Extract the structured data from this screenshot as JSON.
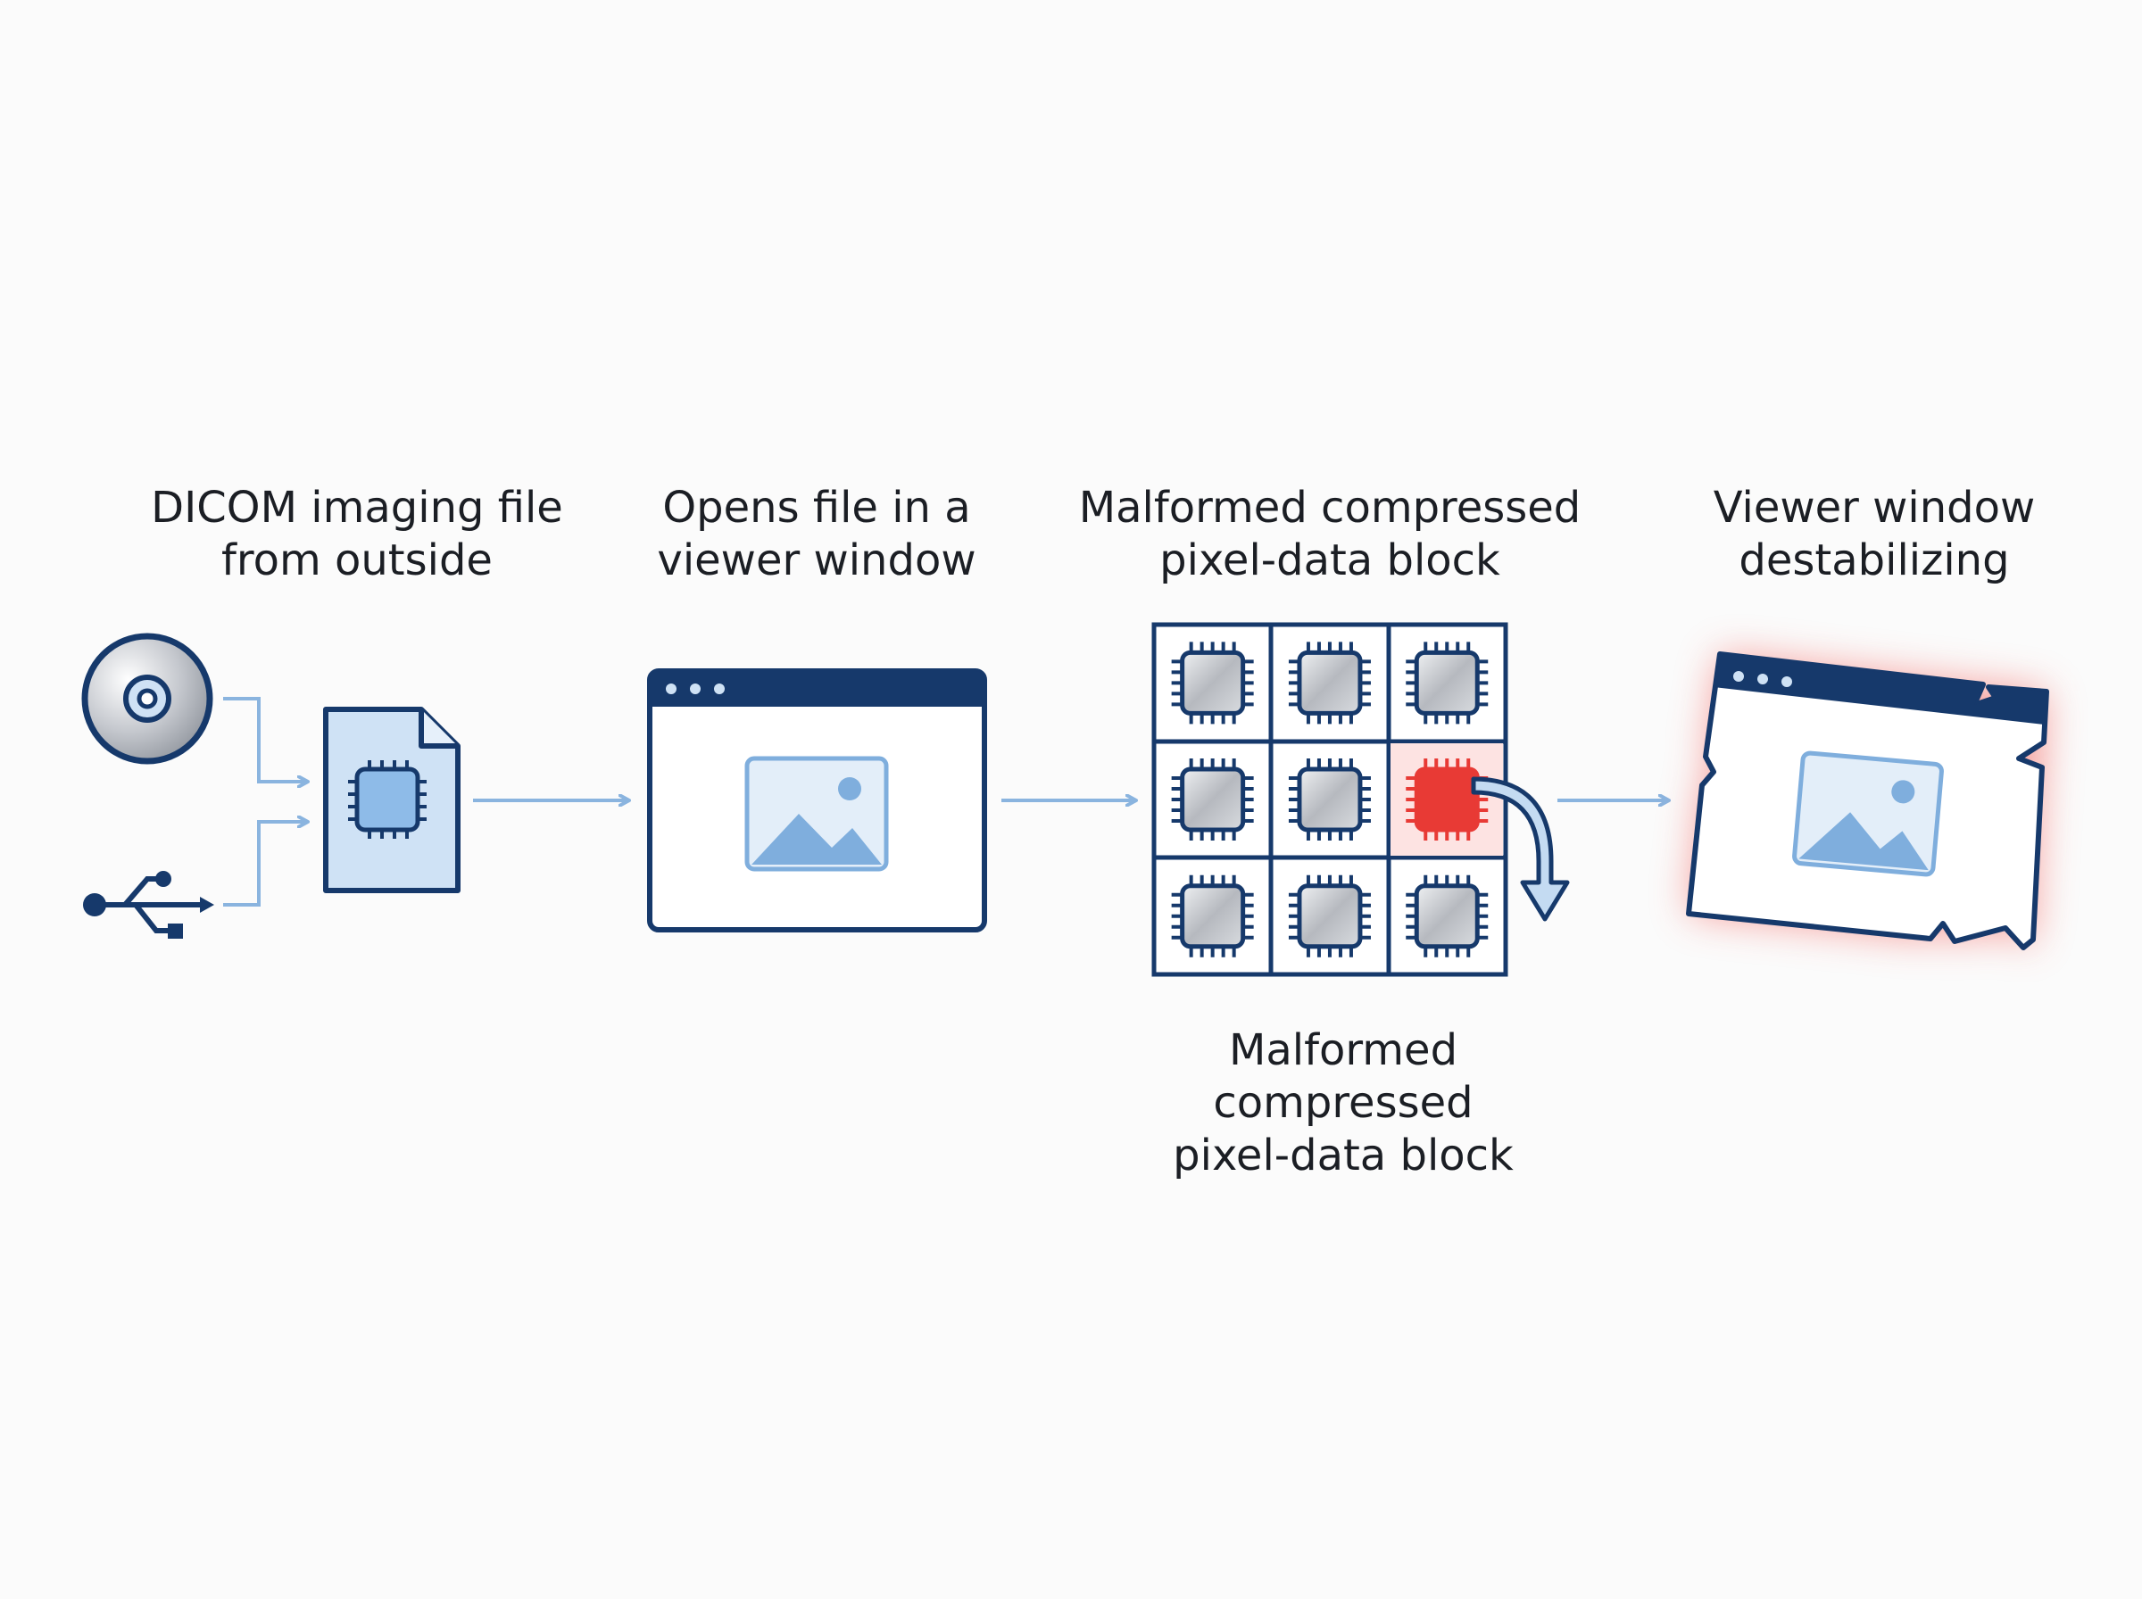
{
  "steps": [
    {
      "label_line1": "DICOM imaging file",
      "label_line2": "from outside"
    },
    {
      "label_line1": "Opens file in a",
      "label_line2": "viewer window"
    },
    {
      "label_line1": "Malformed compressed",
      "label_line2": "pixel-data block"
    },
    {
      "label_line1": "Viewer window",
      "label_line2": "destabilizing"
    }
  ],
  "bottom_caption": {
    "line1": "Malformed",
    "line2": "compressed",
    "line3": "pixel-data block"
  },
  "icons": {
    "source_a": "optical-disc-icon",
    "source_b": "usb-icon",
    "file": "document-with-chip-icon",
    "viewer": "viewer-window-icon",
    "grid": "pixel-block-grid-icon",
    "broken_viewer": "broken-window-icon"
  },
  "colors": {
    "navy": "#16396b",
    "light_blue": "#7faedd",
    "arrow_blue": "#8ab4df",
    "alert_red": "#e83a35",
    "chip_gray": "#b9bcc2",
    "text": "#1b1e24"
  },
  "grid": {
    "rows": 3,
    "cols": 3,
    "malformed_cell": "row 2, col 3"
  }
}
